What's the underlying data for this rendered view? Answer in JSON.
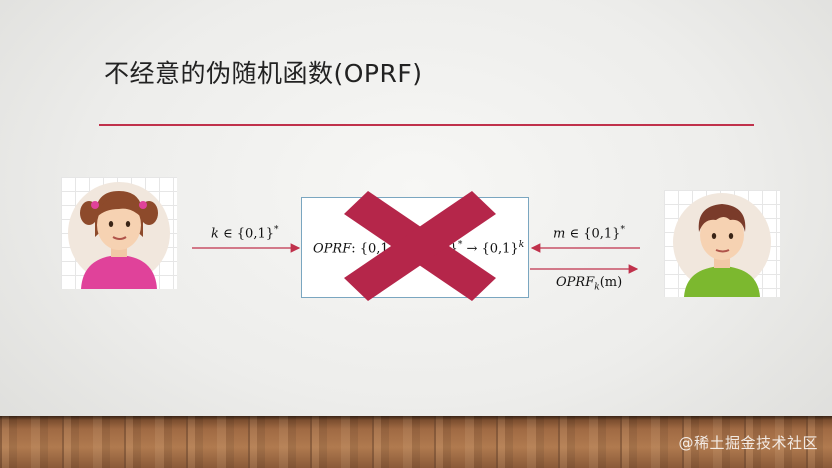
{
  "slide": {
    "title": "不经意的伪随机函数(OPRF)"
  },
  "colors": {
    "accent": "#c0314b",
    "arrow": "#c0314b",
    "cross": "#b5264a",
    "box_border": "#7aa6c0"
  },
  "participants": {
    "left": {
      "icon": "girl-avatar-icon"
    },
    "right": {
      "icon": "boy-avatar-icon"
    }
  },
  "messages": {
    "left_to_box": {
      "var": "k",
      "op": " ∈ ",
      "set": "{0,1}",
      "sup": "*"
    },
    "right_to_box": {
      "var": "m",
      "op": " ∈ ",
      "set": "{0,1}",
      "sup": "*"
    },
    "box_to_right": {
      "base": "OPRF",
      "sub": "k",
      "arg": "(m)"
    }
  },
  "box": {
    "formula_name": "OPRF",
    "formula_sep": ": {0,1}",
    "formula_sup1": "*",
    "formula_mid": " × {0,1}",
    "formula_sup2": "*",
    "formula_arrow": " → {0,1}",
    "formula_sup3": "k",
    "overlay_icon": "cross-icon"
  },
  "footer": {
    "watermark": "@稀土掘金技术社区"
  }
}
